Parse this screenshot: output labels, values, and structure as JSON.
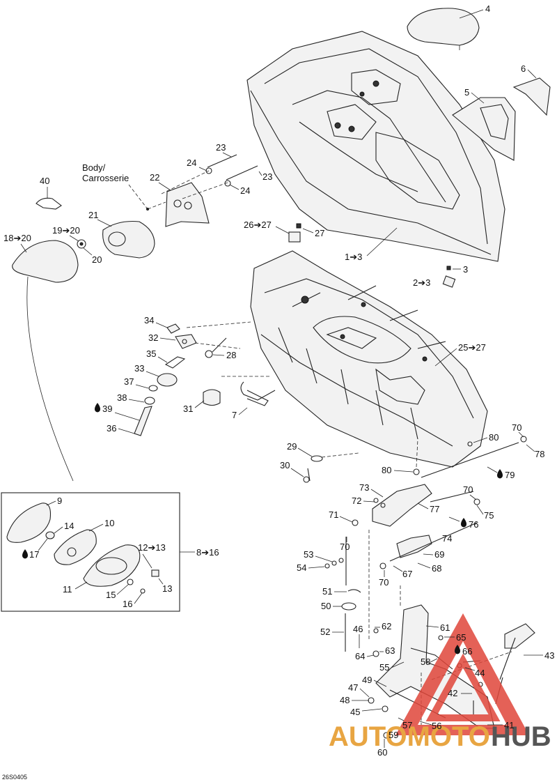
{
  "labels": {
    "l1_3": "1➔3",
    "l2_3": "2➔3",
    "l3": "3",
    "l4": "4",
    "l5": "5",
    "l6": "6",
    "l7": "7",
    "l8_16": "8➔16",
    "l9": "9",
    "l10": "10",
    "l11": "11",
    "l12_13": "12➔13",
    "l13": "13",
    "l14": "14",
    "l15": "15",
    "l16": "16",
    "l17": "17",
    "l18_20": "18➔20",
    "l19_20": "19➔20",
    "l20": "20",
    "l21": "21",
    "l22": "22",
    "l23a": "23",
    "l23b": "23",
    "l24a": "24",
    "l24b": "24",
    "l25_27": "25➔27",
    "l26_27": "26➔27",
    "l27": "27",
    "l28": "28",
    "l29": "29",
    "l30": "30",
    "l31": "31",
    "l32": "32",
    "l33": "33",
    "l34": "34",
    "l35": "35",
    "l36": "36",
    "l37": "37",
    "l38": "38",
    "l39": "39",
    "l40": "40",
    "l41": "41",
    "l42": "42",
    "l43": "43",
    "l44": "44",
    "l45": "45",
    "l46": "46",
    "l47": "47",
    "l48": "48",
    "l49": "49",
    "l50": "50",
    "l51": "51",
    "l52": "52",
    "l53": "53",
    "l54": "54",
    "l55": "55",
    "l56": "56",
    "l57": "57",
    "l58": "58",
    "l59": "59",
    "l60": "60",
    "l61": "61",
    "l62": "62",
    "l63": "63",
    "l64": "64",
    "l65": "65",
    "l66": "66",
    "l67": "67",
    "l68": "68",
    "l69": "69",
    "l70a": "70",
    "l70b": "70",
    "l70c": "70",
    "l70d": "70",
    "l71": "71",
    "l72": "72",
    "l73": "73",
    "l74": "74",
    "l75": "75",
    "l76": "76",
    "l77": "77",
    "l78": "78",
    "l79": "79",
    "l80a": "80",
    "l80b": "80"
  },
  "body_label_line1": "Body/",
  "body_label_line2": "Carrosserie",
  "drawing_code": "26S0405",
  "watermark": {
    "part1": "AUTOMOTO",
    "part2": "HUB",
    "accent_color": "#e8a542",
    "triangle_color": "#e0463a"
  },
  "icons": {
    "drop": "oil-drop-icon"
  }
}
